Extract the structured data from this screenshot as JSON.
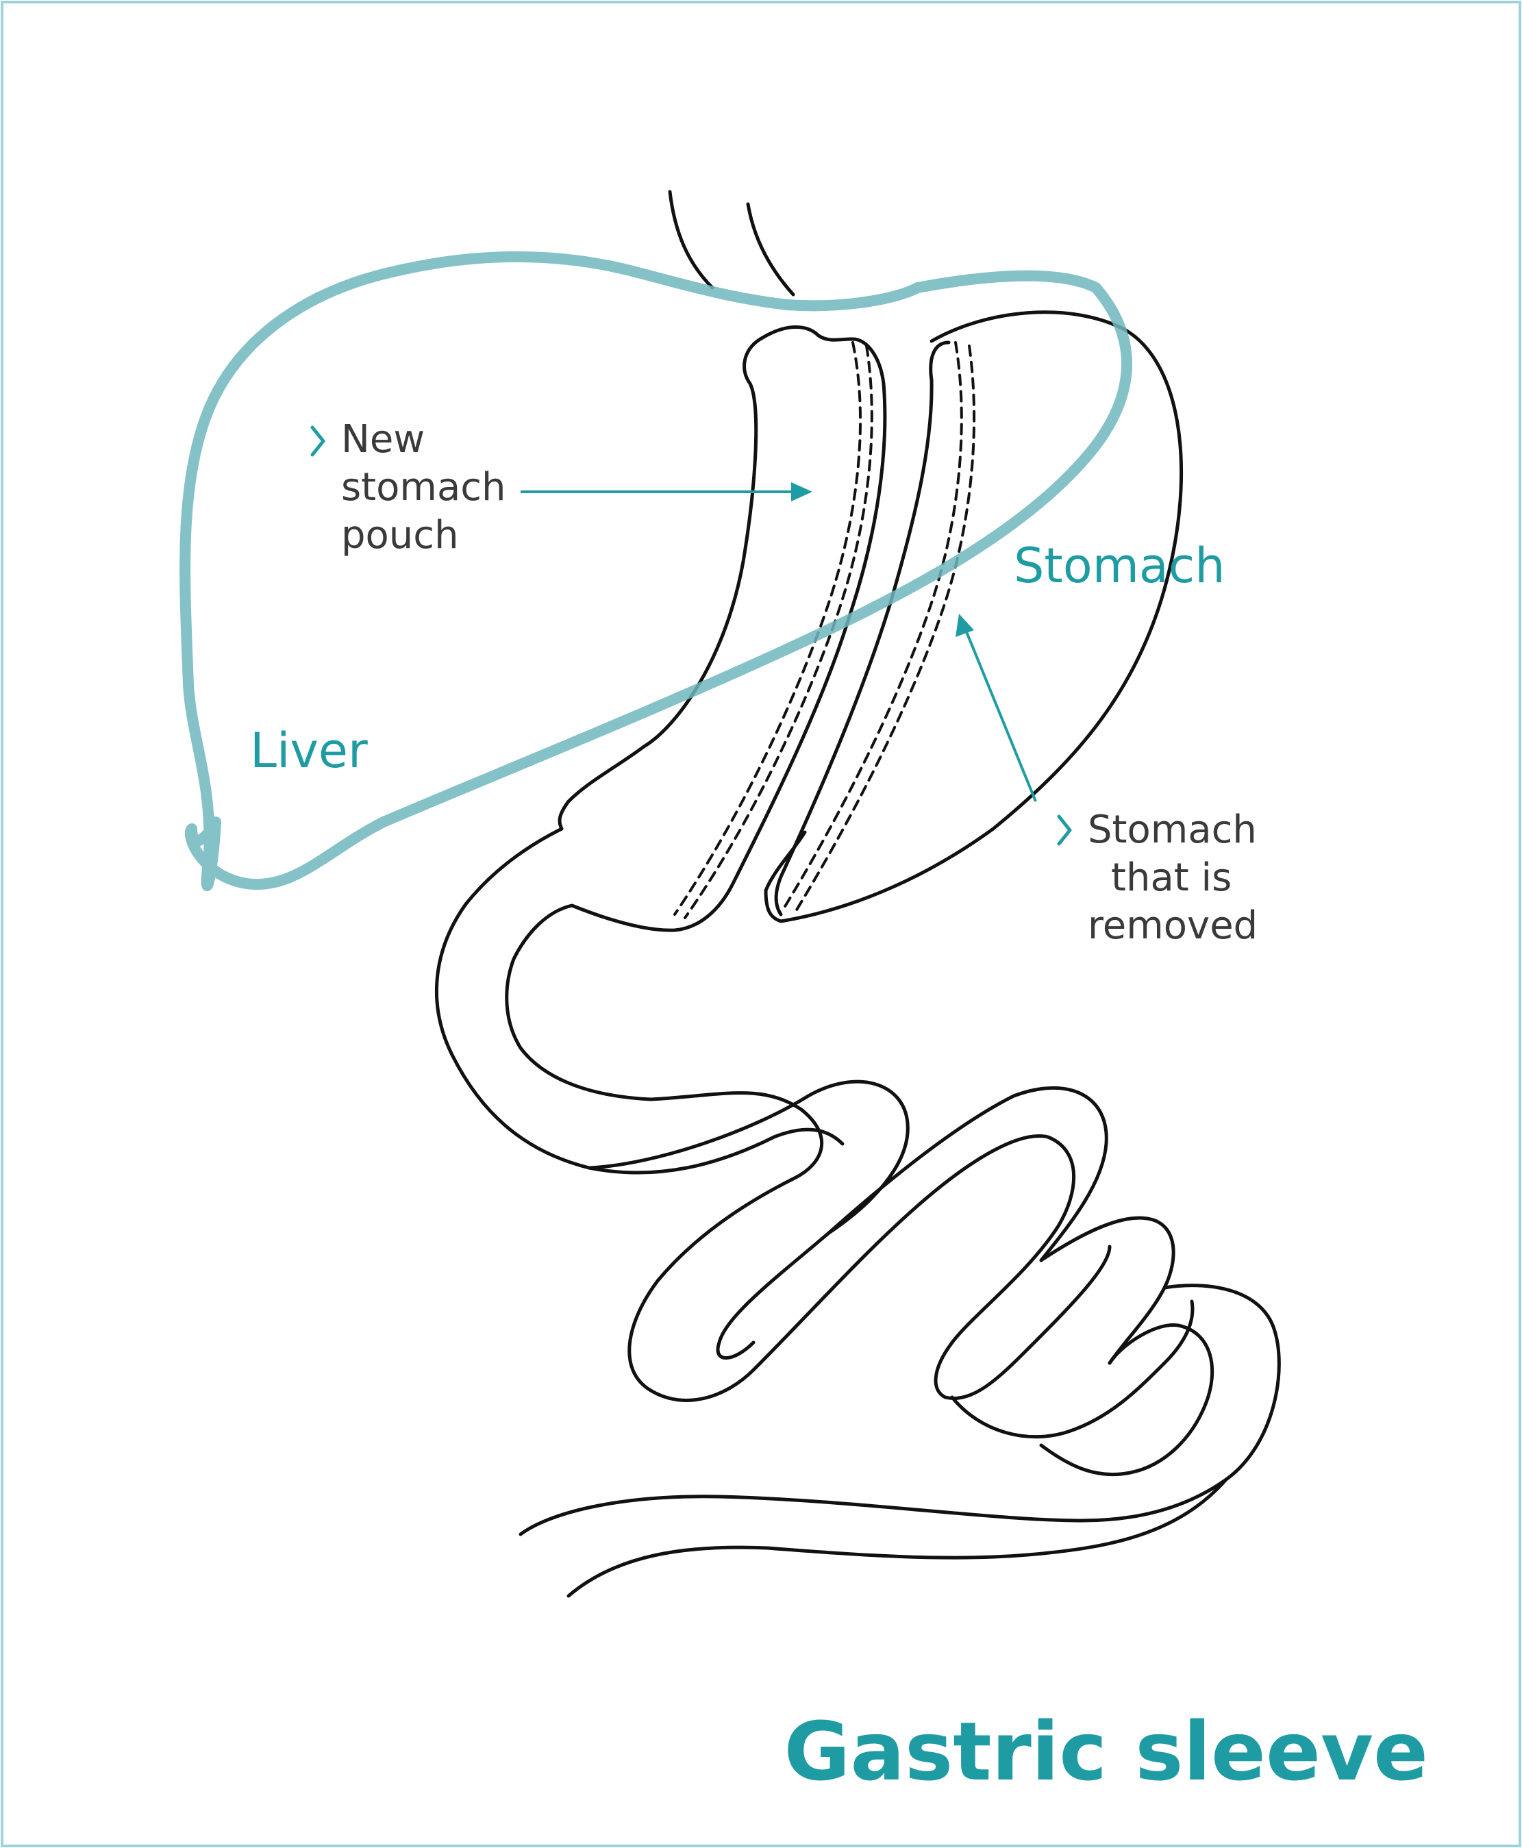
{
  "title": "Gastric sleeve",
  "labels": {
    "new_pouch": [
      "New",
      "stomach",
      "pouch"
    ],
    "stomach": "Stomach",
    "liver": "Liver",
    "removed": [
      "Stomach",
      "that is",
      "removed"
    ]
  },
  "colors": {
    "accent": "#1f9ca3",
    "liver": "#6fb7bd",
    "border": "#9fd3d8",
    "line": "#111111",
    "text": "#3a3a3a"
  }
}
